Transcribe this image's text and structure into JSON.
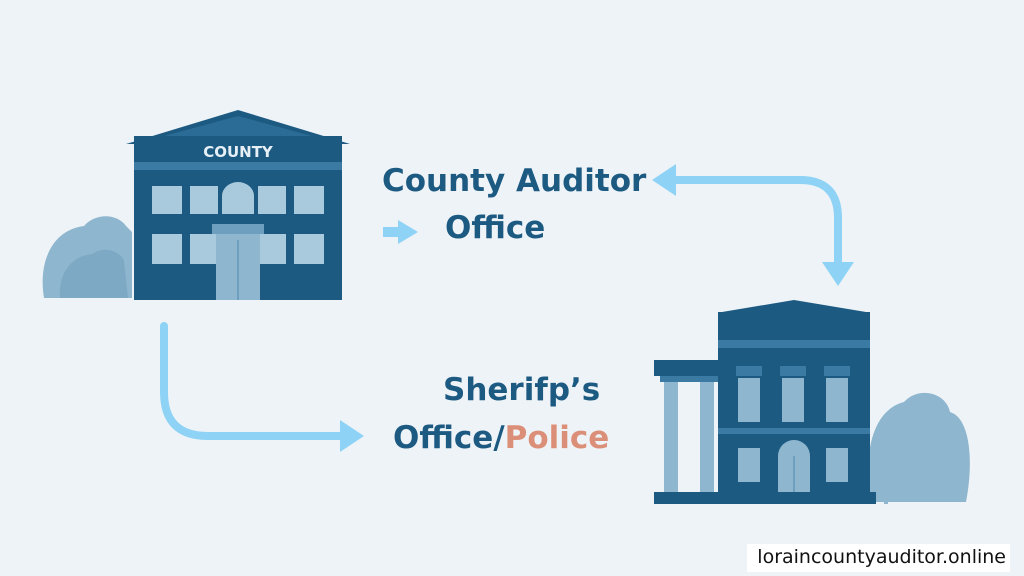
{
  "diagram": {
    "county_building": {
      "sign": "COUNTY"
    },
    "auditor_label": {
      "line1": "County Auditor",
      "line2": "Office"
    },
    "sheriff_label": {
      "line1": "Sherifp’s",
      "line2_prefix": "Office/",
      "line2_accent": "Police"
    }
  },
  "watermark": "loraincountyauditor.online",
  "colors": {
    "background": "#eef3f7",
    "building_dark": "#1c5a82",
    "building_light": "#8fb6cf",
    "arrow": "#8ed3f5",
    "text_primary": "#1c5a82",
    "text_accent": "#dc8f78",
    "shrub": "#8fb6cf"
  }
}
